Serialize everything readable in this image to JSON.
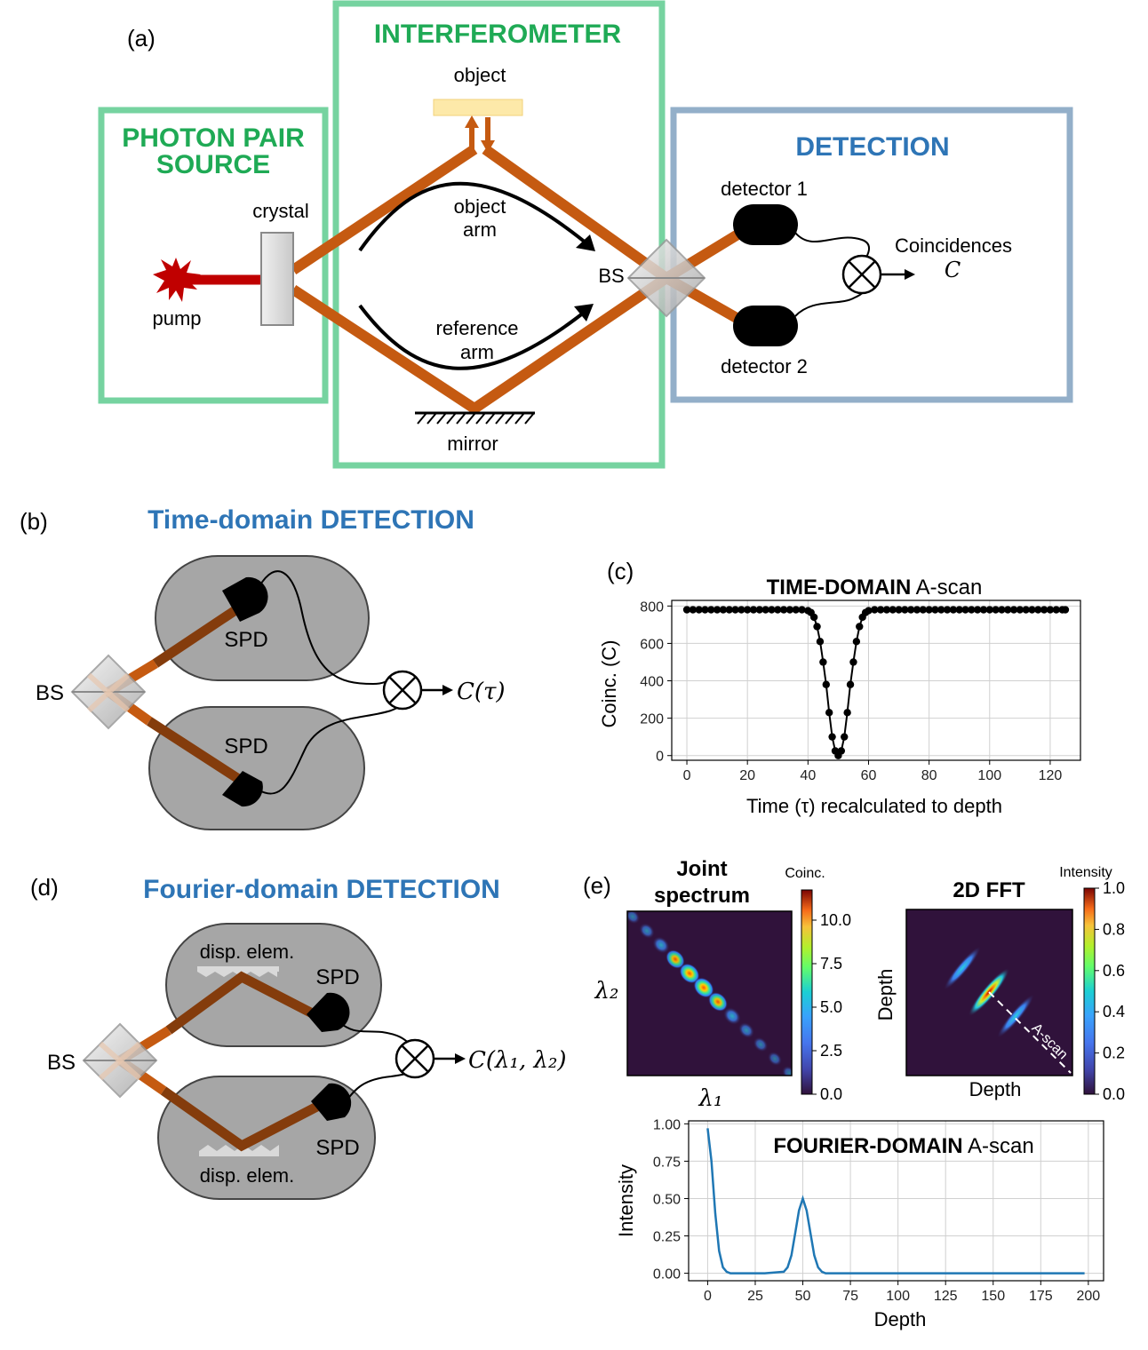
{
  "colors": {
    "box_green": "#76d3a0",
    "box_blue": "#93afc9",
    "beam": "#c55a11",
    "beam_dark": "#843c0c",
    "pump": "#c00000",
    "gray_body": "#a6a6a6",
    "title_green": "#1faa55",
    "title_blue": "#2e75b6",
    "line_series": "#1f77b4"
  },
  "panel_a": {
    "label": "(a)",
    "source_title_1": "PHOTON PAIR",
    "source_title_2": "SOURCE",
    "interferometer_title": "INTERFEROMETER",
    "detection_title": "DETECTION",
    "crystal": "crystal",
    "pump": "pump",
    "object": "object",
    "object_arm_1": "object",
    "object_arm_2": "arm",
    "reference_arm_1": "reference",
    "reference_arm_2": "arm",
    "mirror": "mirror",
    "bs": "BS",
    "detector1": "detector 1",
    "detector2": "detector 2",
    "coincidences": "Coincidences",
    "coincidence_symbol": "C"
  },
  "panel_b": {
    "label": "(b)",
    "title": "Time-domain DETECTION",
    "bs": "BS",
    "spd_top": "SPD",
    "spd_bottom": "SPD",
    "output": "C(τ)"
  },
  "panel_d": {
    "label": "(d)",
    "title": "Fourier-domain DETECTION",
    "bs": "BS",
    "disp_top": "disp. elem.",
    "disp_bottom": "disp. elem.",
    "spd_top": "SPD",
    "spd_bottom": "SPD",
    "output": "C(λ₁, λ₂)"
  },
  "panel_e": {
    "label": "(e)",
    "joint_title_1": "Joint",
    "joint_title_2": "spectrum",
    "joint_cbar_title": "Coinc.",
    "joint_xlabel": "λ₁",
    "joint_ylabel": "λ₂",
    "joint_cbar_ticks": [
      "10.0",
      "7.5",
      "5.0",
      "2.5",
      "0.0"
    ],
    "fft_title": "2D FFT",
    "fft_cbar_title": "Intensity",
    "fft_xlabel": "Depth",
    "fft_ylabel": "Depth",
    "fft_annotation": "A-scan",
    "fft_cbar_ticks": [
      "1.0",
      "0.8",
      "0.6",
      "0.4",
      "0.2",
      "0.0"
    ]
  },
  "chart_data": [
    {
      "id": "panel_c",
      "type": "scatter",
      "label": "(c)",
      "title_bold": "TIME-DOMAIN",
      "title_rest": " A-scan",
      "xlabel": "Time (τ) recalculated to depth",
      "ylabel": "Coinc. (C)",
      "xlim": [
        -5,
        130
      ],
      "ylim": [
        -25,
        830
      ],
      "xticks": [
        0,
        20,
        40,
        60,
        80,
        100,
        120
      ],
      "yticks": [
        0,
        200,
        400,
        600,
        800
      ],
      "grid": true,
      "x": [
        0,
        2,
        4,
        6,
        8,
        10,
        12,
        14,
        16,
        18,
        20,
        22,
        24,
        26,
        28,
        30,
        32,
        34,
        36,
        38,
        40,
        41,
        42,
        43,
        44,
        45,
        46,
        47,
        48,
        49,
        50,
        51,
        52,
        53,
        54,
        55,
        56,
        57,
        58,
        59,
        60,
        62,
        64,
        66,
        68,
        70,
        72,
        74,
        76,
        78,
        80,
        82,
        84,
        86,
        88,
        90,
        92,
        94,
        96,
        98,
        100,
        102,
        104,
        106,
        108,
        110,
        112,
        114,
        116,
        118,
        120,
        122,
        124,
        125
      ],
      "y": [
        780,
        780,
        780,
        780,
        780,
        780,
        780,
        780,
        780,
        780,
        780,
        780,
        780,
        780,
        780,
        780,
        780,
        780,
        780,
        780,
        775,
        765,
        740,
        690,
        610,
        500,
        380,
        230,
        100,
        25,
        0,
        25,
        100,
        230,
        380,
        500,
        610,
        690,
        740,
        765,
        775,
        780,
        780,
        780,
        780,
        780,
        780,
        780,
        780,
        780,
        780,
        780,
        780,
        780,
        780,
        780,
        780,
        780,
        780,
        780,
        780,
        780,
        780,
        780,
        780,
        780,
        780,
        780,
        780,
        780,
        780,
        780,
        780,
        780
      ]
    },
    {
      "id": "panel_e_line",
      "type": "line",
      "title_bold": "FOURIER-DOMAIN",
      "title_rest": " A-scan",
      "xlabel": "Depth",
      "ylabel": "Intensity",
      "xlim": [
        -10,
        208
      ],
      "ylim": [
        -0.05,
        1.02
      ],
      "xticks": [
        0,
        25,
        50,
        75,
        100,
        125,
        150,
        175,
        200
      ],
      "yticks": [
        0.0,
        0.25,
        0.5,
        0.75,
        1.0
      ],
      "ytick_labels": [
        "0.00",
        "0.25",
        "0.50",
        "0.75",
        "1.00"
      ],
      "grid": true,
      "x": [
        0,
        2,
        4,
        6,
        8,
        10,
        12,
        14,
        20,
        30,
        40,
        42,
        44,
        46,
        48,
        50,
        52,
        54,
        56,
        58,
        60,
        62,
        70,
        100,
        150,
        198
      ],
      "y": [
        0.97,
        0.75,
        0.4,
        0.15,
        0.04,
        0.01,
        0,
        0,
        0,
        0,
        0.01,
        0.04,
        0.12,
        0.27,
        0.42,
        0.5,
        0.42,
        0.27,
        0.12,
        0.04,
        0.01,
        0,
        0,
        0,
        0,
        0
      ]
    }
  ]
}
